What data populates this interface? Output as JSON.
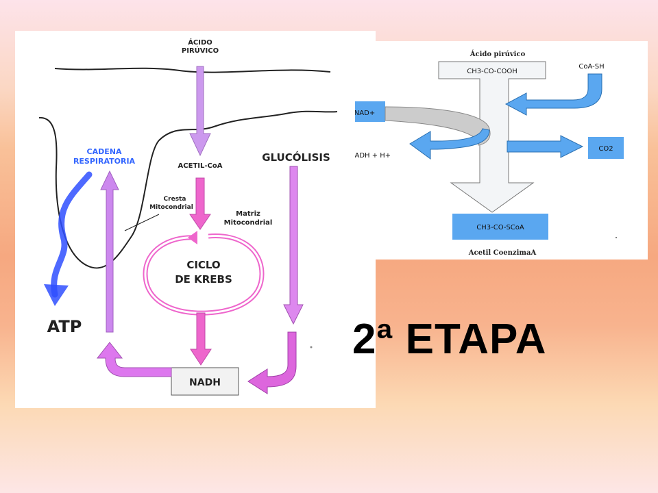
{
  "left_diagram": {
    "acido_piruvico": [
      "ÁCIDO",
      "PIRÚVICO"
    ],
    "acetil_coa": "ACETIL-CoA",
    "glucolisis": "GLUCÓLISIS",
    "cadena_respiratoria": [
      "CADENA",
      "RESPIRATORIA"
    ],
    "cresta": [
      "Cresta",
      "Mitocondrial"
    ],
    "matriz": [
      "Matriz",
      "Mitocondrial"
    ],
    "ciclo_krebs": [
      "CICLO",
      "DE KREBS"
    ],
    "atp": "ATP",
    "nadh": "NADH"
  },
  "right_diagram": {
    "acido_piruvico": "Ácido pirúvico",
    "formula_top": "CH3-CO-COOH",
    "coa_sh": "CoA-SH",
    "nad": "NAD+",
    "nadh": "NADH + H+",
    "co2": "CO2",
    "formula_bottom": "CH3-CO-SCoA",
    "acetil_coenzima": "Acetil CoenzimaA"
  },
  "title": "2ª ETAPA",
  "colors": {
    "violet": "#cc99ee",
    "pink": "#ee66cc",
    "blue_text": "#3366ff",
    "light_blue": "#5aa7f0",
    "box_grey": "#f2f2f2"
  }
}
